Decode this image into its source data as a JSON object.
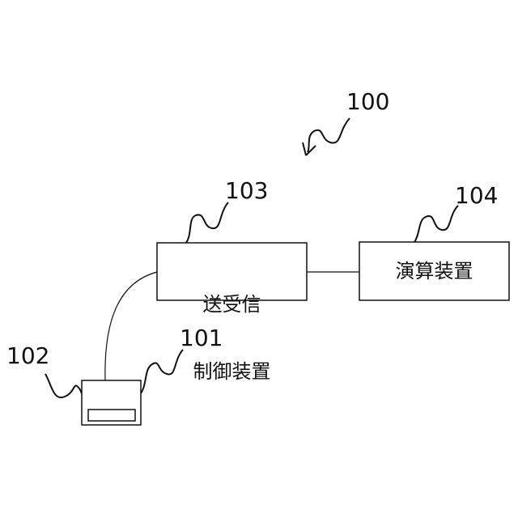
{
  "refs": {
    "system": "100",
    "sensor": "101",
    "element": "102",
    "controller": "103",
    "processor": "104"
  },
  "boxes": {
    "controller_line1": "送受信",
    "controller_line2": "制御装置",
    "processor": "演算装置"
  }
}
